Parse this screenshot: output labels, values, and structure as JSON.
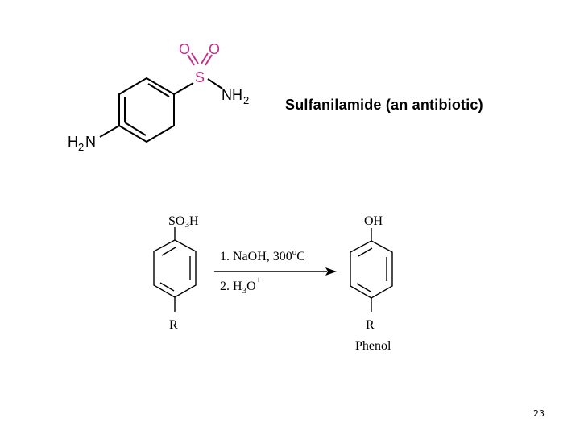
{
  "top_structure": {
    "o_left": "O",
    "o_right": "O",
    "sulfur": "S",
    "nh2_main": "NH",
    "nh2_sub": "2",
    "h2n_h": "H",
    "h2n_sub": "2",
    "h2n_n": "N",
    "caption_name": "Sulfanilamide",
    "caption_paren": "(an antibiotic)",
    "sulfonyl_color": "#c2308a"
  },
  "reaction": {
    "reactant_group_main": "SO",
    "reactant_group_sub": "3",
    "reactant_group_tail": "H",
    "reactant_r": "R",
    "step1_text": "1.  NaOH, 300",
    "step1_degree": "o",
    "step1_unit": "C",
    "step2_text": "2.  H",
    "step2_sub": "3",
    "step2_o": "O",
    "step2_charge": "+",
    "product_group": "OH",
    "product_r": "R",
    "product_name": "Phenol"
  },
  "footer": {
    "page_number": "23"
  }
}
